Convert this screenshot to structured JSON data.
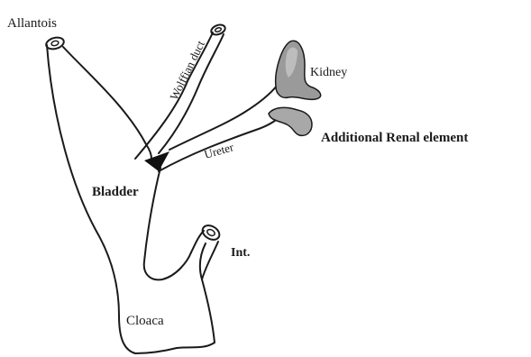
{
  "labels": {
    "allantois": "Allantois",
    "wolffian_duct": "Wolffian duct",
    "kidney": "Kidney",
    "additional_renal_element": "Additional Renal element",
    "ureter": "Ureter",
    "bladder": "Bladder",
    "intestine": "Int.",
    "cloaca": "Cloaca"
  }
}
